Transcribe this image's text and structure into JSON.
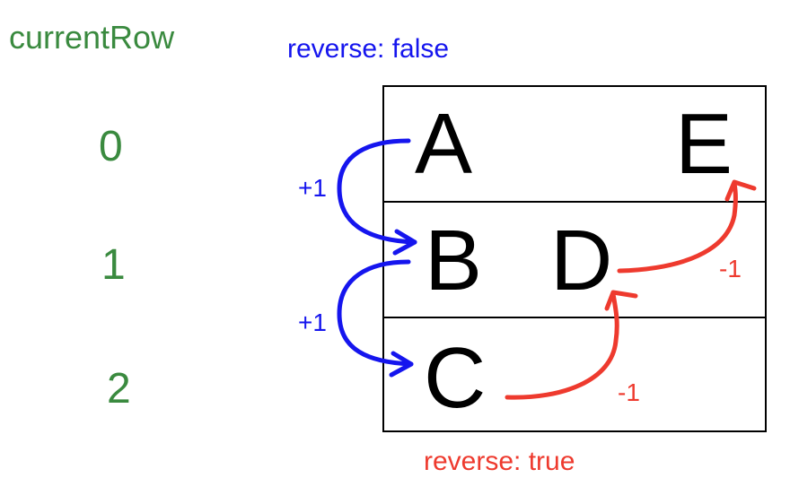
{
  "header": {
    "label": "currentRow"
  },
  "row_indices": [
    "0",
    "1",
    "2"
  ],
  "cells": {
    "A": "A",
    "B": "B",
    "C": "C",
    "D": "D",
    "E": "E"
  },
  "forward": {
    "label": "reverse: false",
    "steps": [
      "+1",
      "+1"
    ]
  },
  "backward": {
    "label": "reverse: true",
    "steps": [
      "-1",
      "-1"
    ]
  },
  "colors": {
    "header": "#3a8a3f",
    "forward": "#1515ee",
    "backward": "#ee3a2e",
    "cell_text": "#000000"
  }
}
